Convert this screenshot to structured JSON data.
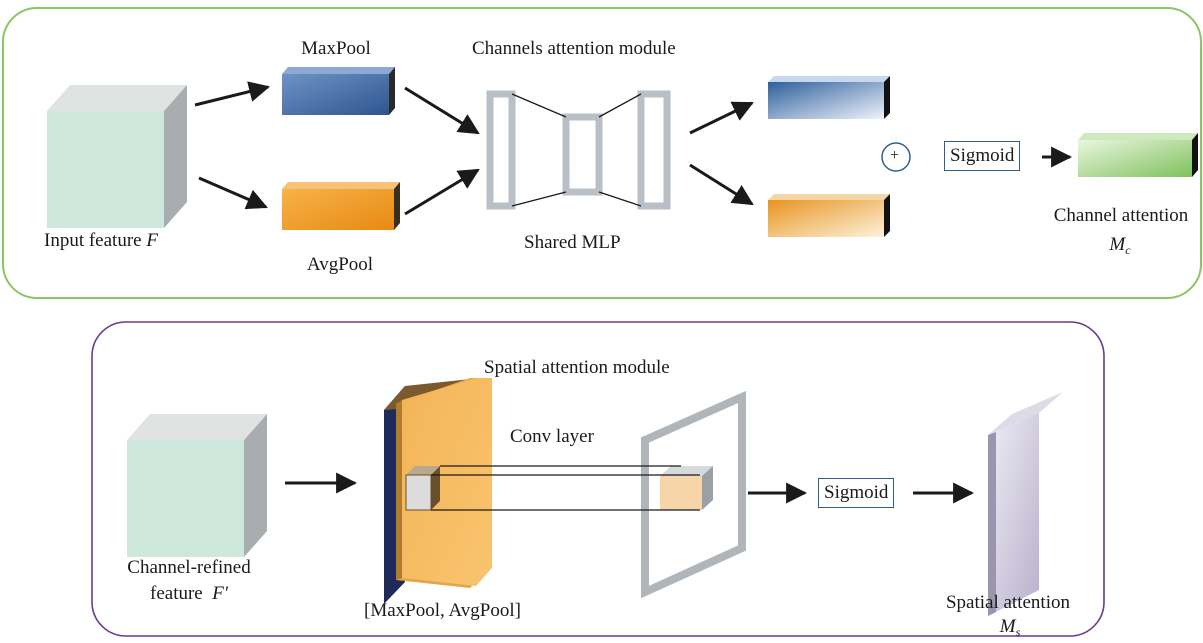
{
  "channel_module": {
    "title": "Channels attention module",
    "input_label": "Input feature",
    "input_symbol": "F",
    "maxpool_label": "MaxPool",
    "avgpool_label": "AvgPool",
    "mlp_label": "Shared MLP",
    "plus_symbol": "+",
    "sigmoid_label": "Sigmoid",
    "output_label": "Channel attention",
    "output_symbol": "M",
    "output_subscript": "c",
    "border_color": "#8cc563"
  },
  "spatial_module": {
    "title": "Spatial attention module",
    "input_label_line1": "Channel-refined",
    "input_label_line2": "feature",
    "input_symbol": "F′",
    "concat_label": "[MaxPool, AvgPool]",
    "conv_label": "Conv layer",
    "sigmoid_label": "Sigmoid",
    "output_label": "Spatial attention",
    "output_symbol": "M",
    "output_subscript": "s",
    "border_color": "#6a3b8f"
  },
  "colors": {
    "cube_front": "#cfe8de",
    "cube_top": "#dfe4e2",
    "cube_side": "#a9adaf",
    "maxpool_blue": "#4a72ad",
    "avgpool_orange": "#f2a02e",
    "channel_green": "#a8d890",
    "frame_grey": "#b8bfc6",
    "spatial_output": "#d0cde0"
  }
}
